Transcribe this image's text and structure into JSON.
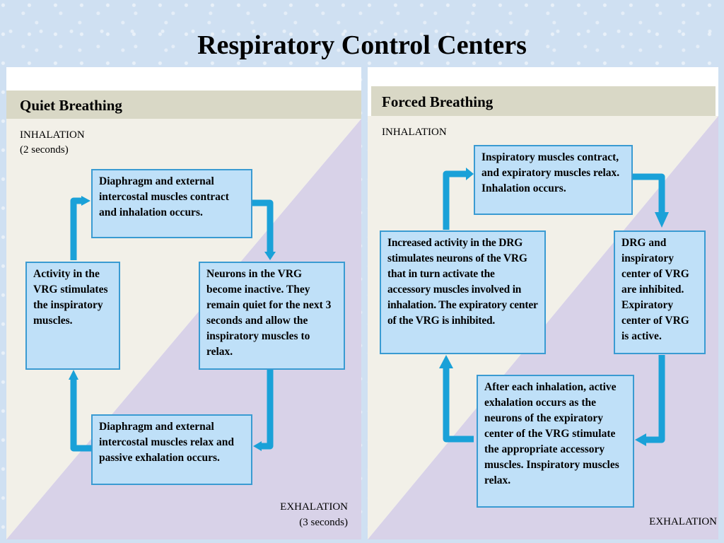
{
  "title": "Respiratory Control Centers",
  "quiet": {
    "header": "Quiet Breathing",
    "inhalation_label": "INHALATION",
    "inhalation_duration": "(2 seconds)",
    "exhalation_label": "EXHALATION",
    "exhalation_duration": "(3 seconds)",
    "box_top": "Diaphragm and external intercostal muscles contract and inhalation occurs.",
    "box_right": "Neurons in the VRG become inactive. They remain quiet for the next 3 seconds and allow the inspiratory muscles to relax.",
    "box_bottom": "Diaphragm and external intercostal muscles relax and passive exhalation occurs.",
    "box_left": "Activity in the VRG stimulates the inspiratory muscles."
  },
  "forced": {
    "header": "Forced Breathing",
    "inhalation_label": "INHALATION",
    "exhalation_label": "EXHALATION",
    "box_top": "Inspiratory muscles contract, and expiratory muscles relax. Inhalation occurs.",
    "box_right": "DRG and inspiratory center of VRG are inhibited. Expiratory center of VRG is active.",
    "box_bottom": "After each inhalation, active exhalation occurs as the neurons of the expiratory center of the VRG stimulate the appropriate accessory muscles. Inspiratory muscles relax.",
    "box_left": "Increased activity in the DRG stimulates neurons of the VRG that in turn activate the accessory muscles involved in inhalation. The expiratory center of the VRG is inhibited."
  },
  "colors": {
    "background": "#cfe0f2",
    "header_band": "#d9d8c6",
    "inhalation_region": "#f2f0e8",
    "exhalation_region": "#d8d2e8",
    "box_fill": "#bfe0f8",
    "box_border": "#3a9bd2",
    "arrow": "#1aa1d8"
  }
}
